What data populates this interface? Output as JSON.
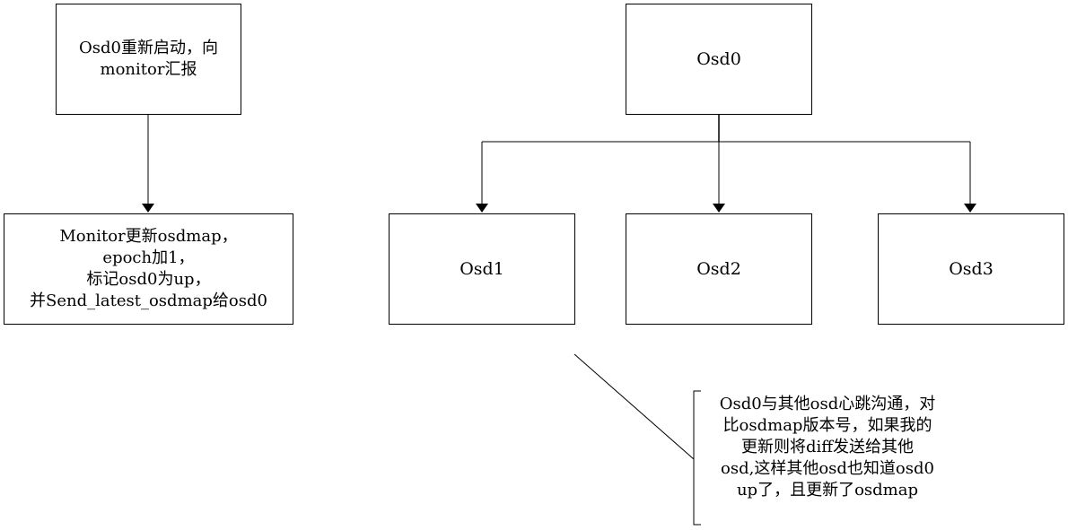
{
  "nodes": {
    "restart": "Osd0重新启动，向\nmonitor汇报",
    "monitor": "Monitor更新osdmap，\nepoch加1，\n标记osd0为up，\n并Send_latest_osdmap给osd0",
    "osd0": "Osd0",
    "osd1": "Osd1",
    "osd2": "Osd2",
    "osd3": "Osd3"
  },
  "callout": {
    "text": "Osd0与其他osd心跳沟通，对\n比osdmap版本号，如果我的\n更新则将diff发送给其他\nosd,这样其他osd也知道osd0\nup了，且更新了osdmap"
  },
  "colors": {
    "line": "#000000",
    "background": "#ffffff"
  }
}
